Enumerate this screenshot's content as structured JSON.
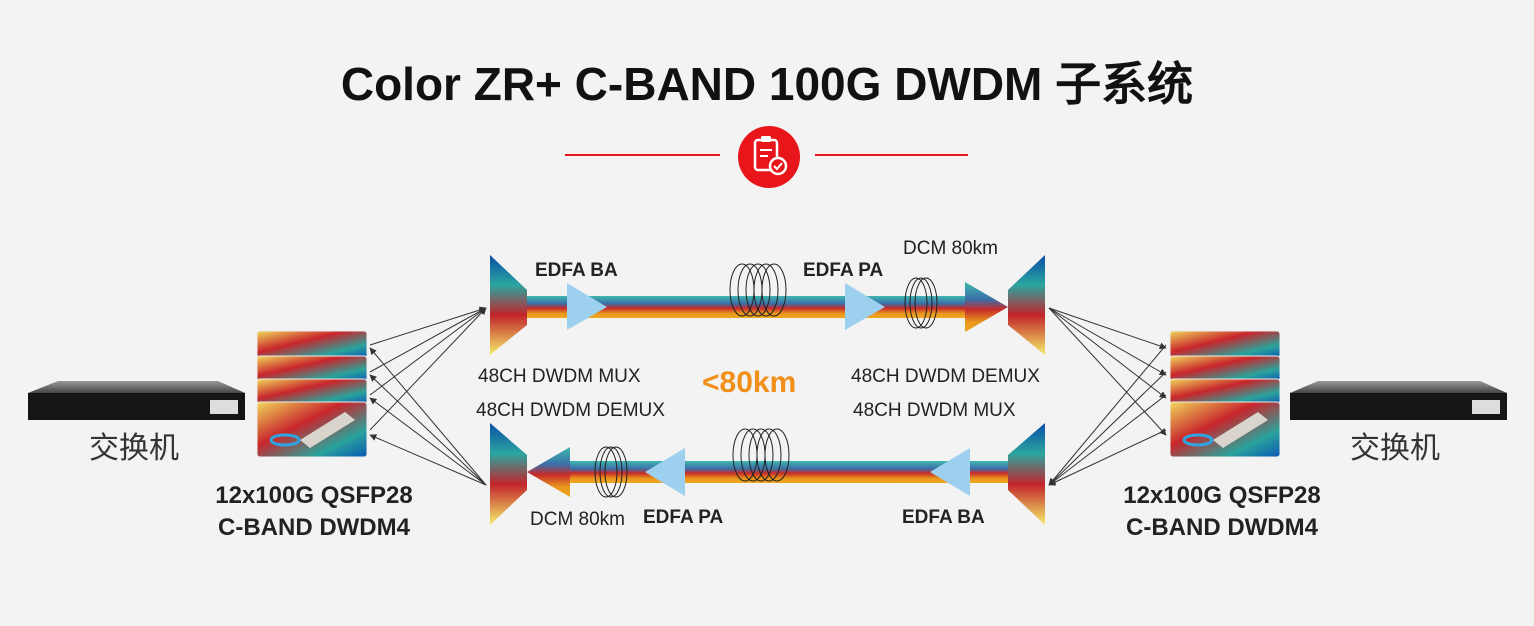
{
  "title": "Color ZR+ C-BAND 100G DWDM 子系统",
  "title_icon": "clipboard-check-icon",
  "colors": {
    "accent_red": "#e8161b",
    "distance_orange": "#f0901b",
    "amplifier_blue": "#9dd0ee"
  },
  "top_path": {
    "edfa_ba": "EDFA BA",
    "edfa_pa": "EDFA PA",
    "dcm": "DCM 80km",
    "left_label": "48CH DWDM MUX",
    "right_label": "48CH DWDM DEMUX"
  },
  "bottom_path": {
    "edfa_ba": "EDFA BA",
    "edfa_pa": "EDFA PA",
    "dcm": "DCM 80km",
    "left_label": "48CH DWDM DEMUX",
    "right_label": "48CH DWDM MUX"
  },
  "distance": "<80km",
  "left": {
    "switch_label": "交换机",
    "module_line1": "12x100G QSFP28",
    "module_line2": "C-BAND DWDM4"
  },
  "right": {
    "switch_label": "交换机",
    "module_line1": "12x100G QSFP28",
    "module_line2": "C-BAND DWDM4"
  }
}
